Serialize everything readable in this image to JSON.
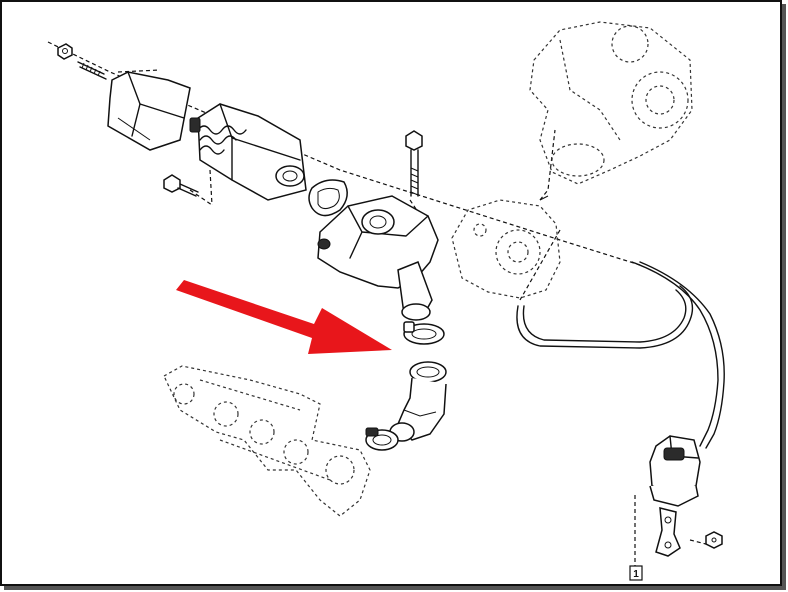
{
  "diagram": {
    "callout_label": "1",
    "arrow_color": "#e8161b",
    "parts": [
      "exhaust-manifold",
      "egr-valve",
      "heat-shield",
      "egr-cooler-housing",
      "gasket",
      "egr-pipe",
      "hose-clamp",
      "turbocharger",
      "vacuum-pump",
      "vacuum-hose",
      "vacuum-solenoid-valve",
      "mounting-bracket"
    ]
  }
}
